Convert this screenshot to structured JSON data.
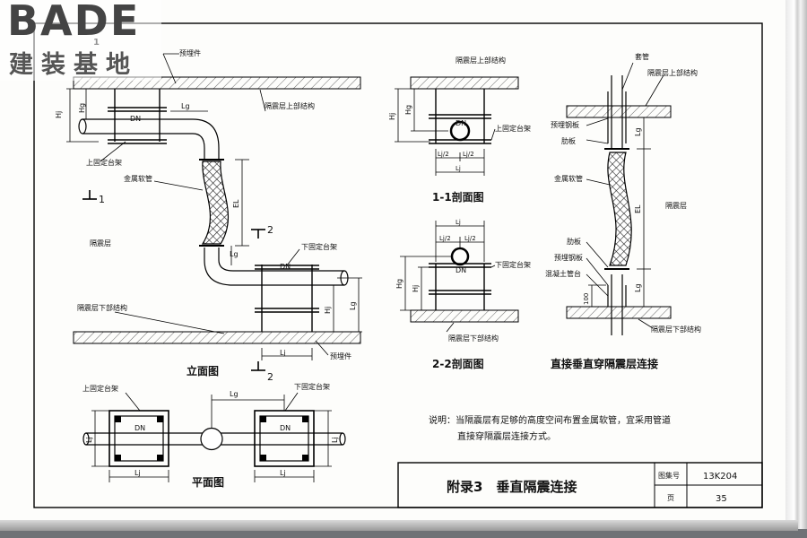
{
  "logo": {
    "brand": "BADE",
    "tagline": "建装基地"
  },
  "labels": {
    "embedded": "预埋件",
    "upper_struct": "隔震层上部结构",
    "upper_bracket": "上固定台架",
    "lower_bracket": "下固定台架",
    "metal_hose": "金属软管",
    "iso_layer": "隔震层",
    "lower_struct": "隔震层下部结构",
    "sleeve": "套管",
    "embedded_plate": "预埋钢板",
    "rib_plate": "肋板",
    "concrete_pier": "混凝土管台",
    "dn": "DN",
    "lg": "Lg",
    "lj": "Lj",
    "lj_half": "Lj/2",
    "hj": "Hj",
    "hg": "Hg",
    "el": "EL",
    "h100": "100",
    "sec1": "1",
    "sec2": "2"
  },
  "captions": {
    "elevation": "立面图",
    "section11": "1-1剖面图",
    "section22": "2-2剖面图",
    "direct": "直接垂直穿隔震层连接",
    "plan": "平面图"
  },
  "note": {
    "line1": "说明：当隔震层有足够的高度空间布置金属软管，宜采用管道",
    "line2": "直接穿隔震层连接方式。"
  },
  "title_block": {
    "title": "附录3　垂直隔震连接",
    "atlas_label": "图集号",
    "atlas_no": "13K204",
    "page_label": "页",
    "page_no": "35"
  }
}
